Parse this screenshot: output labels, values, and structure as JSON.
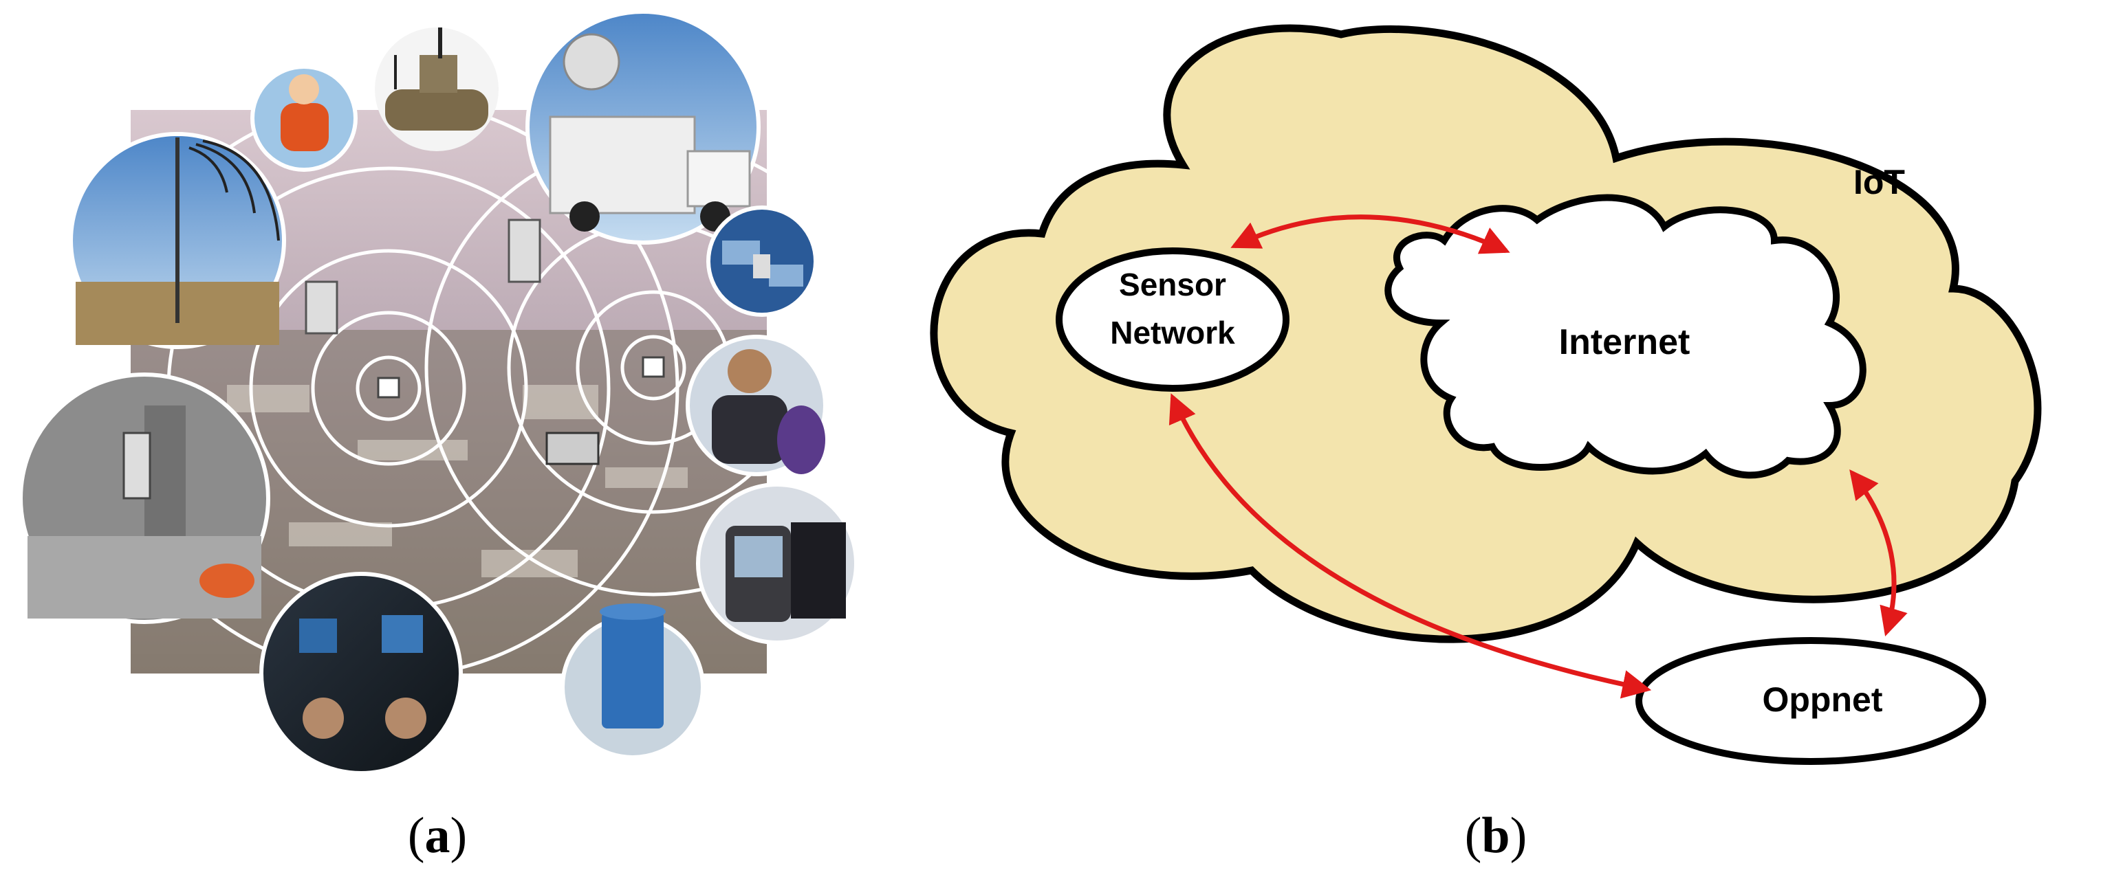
{
  "panel_a": {
    "caption_letter": "a",
    "photos": [
      "worker-photo",
      "robot-vehicle-photo",
      "antenna-mast-photo",
      "satellite-van-photo",
      "satellite-photo",
      "laptop-user-photo",
      "rubble-firefighters-photo",
      "handheld-pda-photo",
      "control-room-photo",
      "supercomputer-photo"
    ]
  },
  "panel_b": {
    "caption_letter": "b",
    "iot_label": "IoT",
    "internet_label": "Internet",
    "sensor_label_line1": "Sensor",
    "sensor_label_line2": "Network",
    "oppnet_label": "Oppnet",
    "colors": {
      "iot_fill": "#f3e4ad",
      "outline": "#000000",
      "arrow": "#e21a1a",
      "node_fill": "#ffffff"
    }
  }
}
